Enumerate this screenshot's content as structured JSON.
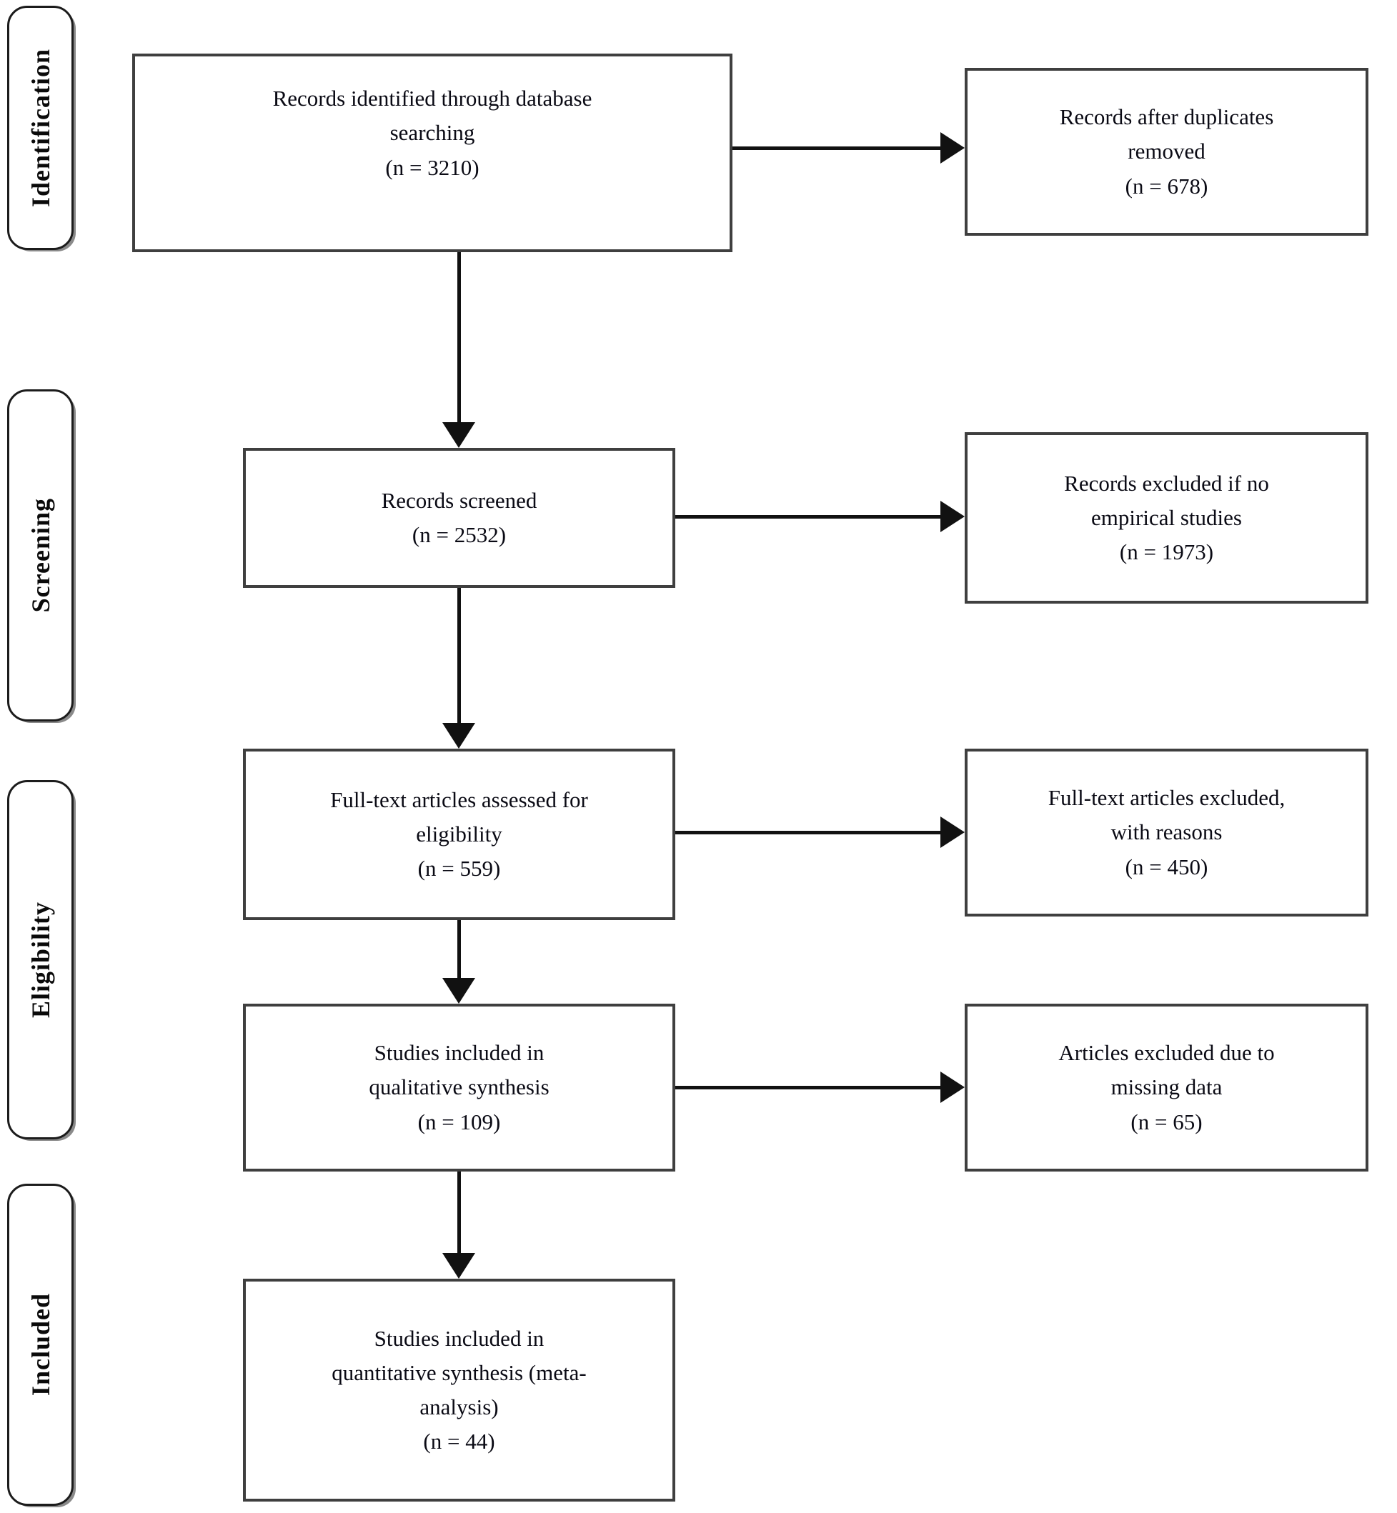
{
  "stages": [
    {
      "label": "Identification"
    },
    {
      "label": "Screening"
    },
    {
      "label": "Eligibility"
    },
    {
      "label": "Included"
    }
  ],
  "flow_boxes": [
    {
      "lines": [
        "Records identified through database",
        "searching",
        "(n = 3210)"
      ]
    },
    {
      "lines": [
        "Records screened",
        "(n = 2532)"
      ]
    },
    {
      "lines": [
        "Full-text articles assessed for",
        "eligibility",
        "(n = 559)"
      ]
    },
    {
      "lines": [
        "Studies included in",
        "qualitative synthesis",
        "(n = 109)"
      ]
    },
    {
      "lines": [
        "Studies included in",
        "quantitative synthesis (meta-",
        "analysis)",
        "(n = 44)"
      ]
    }
  ],
  "side_boxes": [
    {
      "lines": [
        "Records after duplicates",
        "removed",
        "(n = 678)"
      ]
    },
    {
      "lines": [
        "Records excluded if no",
        "empirical studies",
        "(n = 1973)"
      ]
    },
    {
      "lines": [
        "Full-text articles excluded,",
        "with reasons",
        "(n = 450)"
      ]
    },
    {
      "lines": [
        "Articles excluded due to",
        "missing data",
        "(n = 65)"
      ]
    }
  ],
  "colors": {
    "background": "#ffffff",
    "box_fill": "#ffffff",
    "box_border": "#3f3f3f",
    "tab_border": "#1c1c1c",
    "connector": "#111111",
    "text": "#0a0a14"
  }
}
